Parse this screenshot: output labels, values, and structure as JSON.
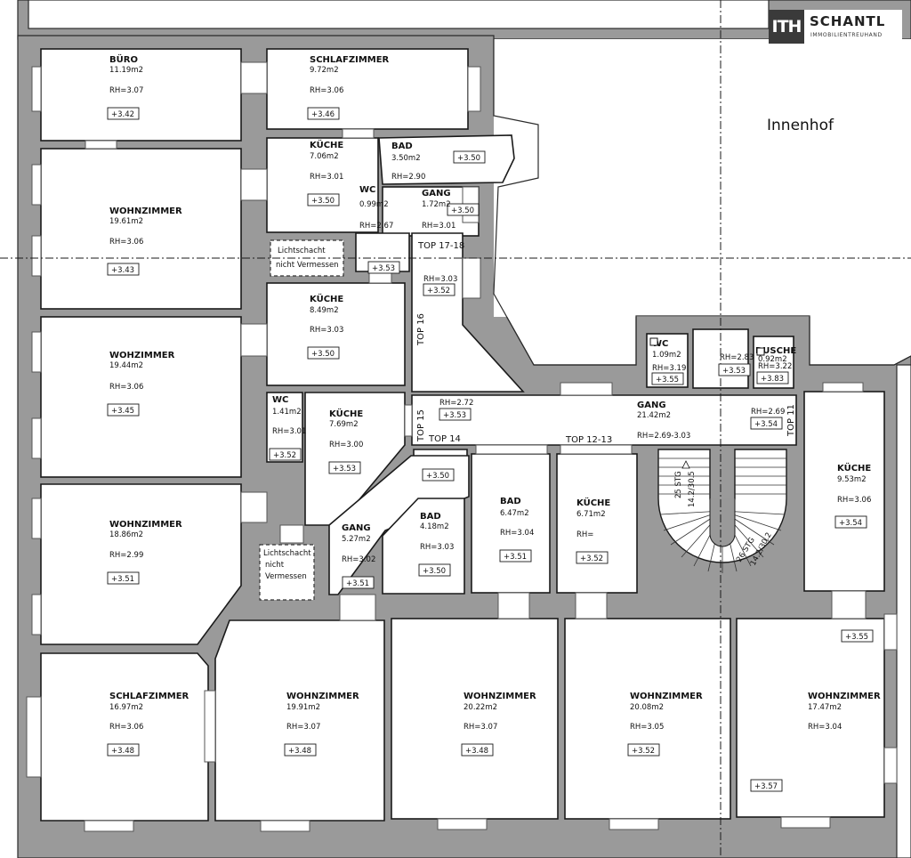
{
  "logo": {
    "mark": "ITH",
    "name": "SCHANTL",
    "sub": "IMMOBILIENTREUHAND"
  },
  "courtyard_label": "Innenhof",
  "rooms": [
    {
      "id": "buero",
      "name": "BÜRO",
      "area": "11.19m2",
      "rh": "RH=3.07",
      "level": "+3.42"
    },
    {
      "id": "schlaf1",
      "name": "SCHLAFZIMMER",
      "area": "9.72m2",
      "rh": "RH=3.06",
      "level": "+3.46"
    },
    {
      "id": "wohn1",
      "name": "WOHNZIMMER",
      "area": "19.61m2",
      "rh": "RH=3.06",
      "level": "+3.43"
    },
    {
      "id": "kueche1",
      "name": "KÜCHE",
      "area": "7.06m2",
      "rh": "RH=3.01",
      "level": "+3.50"
    },
    {
      "id": "wc1",
      "name": "WC",
      "area": "0.99m2",
      "rh": "RH=2.67",
      "level": ""
    },
    {
      "id": "bad1",
      "name": "BAD",
      "area": "3.50m2",
      "rh": "RH=2.90",
      "level": "+3.50"
    },
    {
      "id": "gang1",
      "name": "GANG",
      "area": "1.72m2",
      "rh": "RH=3.01",
      "level": "+3.50"
    },
    {
      "id": "wohn2",
      "name": "WOHZIMMER",
      "area": "19.44m2",
      "rh": "RH=3.06",
      "level": "+3.45"
    },
    {
      "id": "kueche2",
      "name": "KÜCHE",
      "area": "8.49m2",
      "rh": "RH=3.03",
      "level": "+3.50"
    },
    {
      "id": "wc2",
      "name": "WC",
      "area": "1.41m2",
      "rh": "RH=3.01",
      "level": "+3.52"
    },
    {
      "id": "kueche3",
      "name": "KÜCHE",
      "area": "7.69m2",
      "rh": "RH=3.00",
      "level": "+3.53"
    },
    {
      "id": "wohn3",
      "name": "WOHNZIMMER",
      "area": "18.86m2",
      "rh": "RH=2.99",
      "level": "+3.51"
    },
    {
      "id": "gang2",
      "name": "GANG",
      "area": "5.27m2",
      "rh": "RH=3.02",
      "level": "+3.51"
    },
    {
      "id": "bad2",
      "name": "BAD",
      "area": "4.18m2",
      "rh": "RH=3.03",
      "level": "+3.50"
    },
    {
      "id": "bad3",
      "name": "BAD",
      "area": "6.47m2",
      "rh": "RH=3.04",
      "level": "+3.51"
    },
    {
      "id": "kueche4",
      "name": "KÜCHE",
      "area": "6.71m2",
      "rh": "RH=",
      "level": "+3.52"
    },
    {
      "id": "wc3",
      "name": "WC",
      "area": "1.09m2",
      "rh": "RH=3.19",
      "level": "+3.55"
    },
    {
      "id": "dusche",
      "name": "DUSCHE",
      "area": "0.92m2",
      "rh": "RH=3.22",
      "level": "+3.83"
    },
    {
      "id": "gang3",
      "name": "GANG",
      "area": "21.42m2",
      "rh": "RH=2.69-3.03",
      "level": ""
    },
    {
      "id": "kueche5",
      "name": "KÜCHE",
      "area": "9.53m2",
      "rh": "RH=3.06",
      "level": "+3.54"
    },
    {
      "id": "schlaf2",
      "name": "SCHLAFZIMMER",
      "area": "16.97m2",
      "rh": "RH=3.06",
      "level": "+3.48"
    },
    {
      "id": "wohn4",
      "name": "WOHNZIMMER",
      "area": "19.91m2",
      "rh": "RH=3.07",
      "level": "+3.48"
    },
    {
      "id": "wohn5",
      "name": "WOHNZIMMER",
      "area": "20.22m2",
      "rh": "RH=3.07",
      "level": "+3.48"
    },
    {
      "id": "wohn6",
      "name": "WOHNZIMMER",
      "area": "20.08m2",
      "rh": "RH=3.05",
      "level": "+3.52"
    },
    {
      "id": "wohn7",
      "name": "WOHNZIMMER",
      "area": "17.47m2",
      "rh": "RH=3.04",
      "level": "+3.57"
    }
  ],
  "notes": {
    "lichtschacht1_l1": "Lichtschacht",
    "lichtschacht1_l2": "nicht Vermessen",
    "lichtschacht2_l1": "Lichtschacht",
    "lichtschacht2_l2": "nicht",
    "lichtschacht2_l3": "Vermessen",
    "shaft_level": "+3.53",
    "corr_rh": "RH=3.03",
    "corr_level": "+3.52",
    "hall_rh1": "RH=2.72",
    "hall_lv1": "+3.53",
    "hall_lv2": "+3.50",
    "hall_rh2": "RH=2.83",
    "hall_lv3": "+3.53",
    "hall_rh3": "RH=2.69",
    "hall_lv4": "+3.54",
    "kueche5_lv2": "+3.55",
    "stair1": "25 STG",
    "stair2": "14.2/30.5",
    "stair3": "26 STG",
    "stair4": "14.2/30.2"
  },
  "top_labels": {
    "t1718": "TOP 17-18",
    "t16": "TOP 16",
    "t15": "TOP 15",
    "t14": "TOP 14",
    "t1213": "TOP 12-13",
    "t11": "TOP 11"
  }
}
